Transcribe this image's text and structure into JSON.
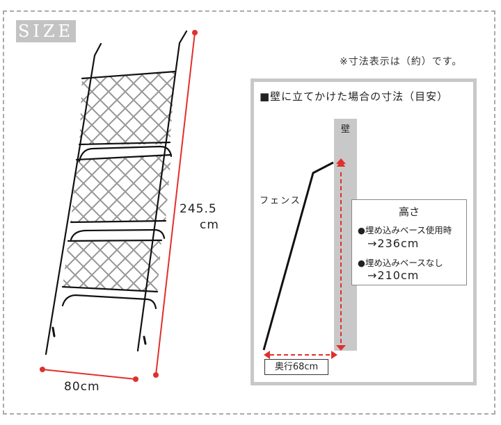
{
  "badge": {
    "label": "SIZE"
  },
  "note": "※寸法表示は（約）です。",
  "product_view": {
    "height_value": "245.5",
    "height_unit": "cm",
    "width_label": "80cm",
    "accent_color": "#e0302c",
    "frame_color": "#111111"
  },
  "panel": {
    "title": "■壁に立てかけた場合の寸法（目安）",
    "wall_label": "壁",
    "fence_label": "フェンス",
    "height_box": {
      "title": "高さ",
      "items": [
        {
          "label": "●埋め込みベース使用時",
          "value": "→236cm"
        },
        {
          "label": "●埋め込みベースなし",
          "value": "→210cm"
        }
      ]
    },
    "depth_label": "奥行68cm"
  }
}
